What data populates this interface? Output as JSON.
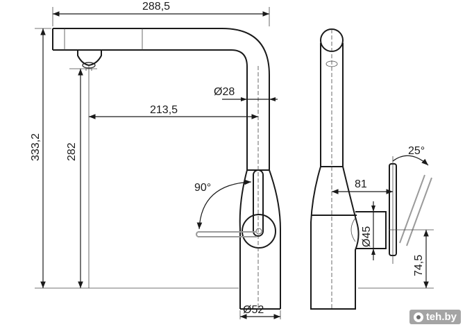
{
  "dimensions": {
    "spout_reach_total": "288,5",
    "total_height": "333,2",
    "spout_height": "282",
    "spout_reach_axis": "213,5",
    "column_diameter": "Ø28",
    "base_diameter": "Ø52",
    "handle_rotation": "90°",
    "lever_tilt": "25°",
    "lever_offset": "81",
    "cartridge_diameter": "Ø45",
    "lever_height": "74,5"
  },
  "watermark": {
    "text": "teh.by"
  }
}
